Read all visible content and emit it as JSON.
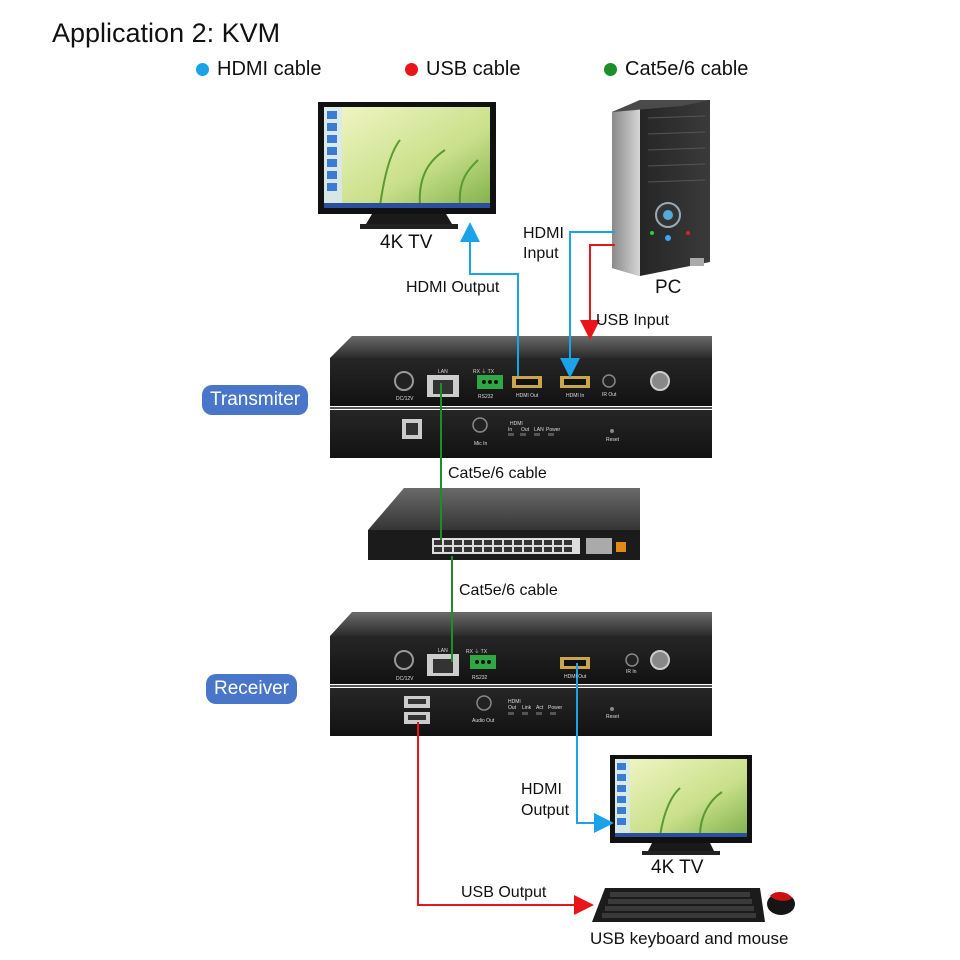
{
  "title": "Application 2: KVM",
  "legend": [
    {
      "label": "HDMI cable",
      "color": "#1aa3e8"
    },
    {
      "label": "USB cable",
      "color": "#e8161a"
    },
    {
      "label": "Cat5e/6 cable",
      "color": "#1a8f2a"
    }
  ],
  "devices": {
    "tv_top": "4K TV",
    "pc": "PC",
    "tv_bottom": "4K TV",
    "keyboard_mouse": "USB keyboard and mouse"
  },
  "units": {
    "transmitter": "Transmiter",
    "receiver": "Receiver"
  },
  "connections": {
    "hdmi_output_top": "HDMI Output",
    "hdmi_input_line1": "HDMI",
    "hdmi_input_line2": "Input",
    "usb_input": "USB Input",
    "cat_top": "Cat5e/6 cable",
    "cat_bottom": "Cat5e/6 cable",
    "hdmi_output_bottom_line1": "HDMI",
    "hdmi_output_bottom_line2": "Output",
    "usb_output": "USB Output"
  },
  "port_labels": {
    "tx_front": [
      "DC/12V",
      "LAN",
      "RS232",
      "HDMI Out",
      "HDMI In",
      "IR Out"
    ],
    "tx_back": [
      "Mic In",
      "HDMI",
      "In",
      "Out",
      "LAN",
      "Power",
      "Reset"
    ],
    "rx_front": [
      "DC/12V",
      "LAN",
      "RS232",
      "HDMI Out",
      "IR In"
    ],
    "rx_back": [
      "Audio Out",
      "HDMI",
      "Out",
      "Link",
      "Act",
      "Power",
      "Reset"
    ],
    "rs232_pins": "RX ⏚ TX"
  }
}
